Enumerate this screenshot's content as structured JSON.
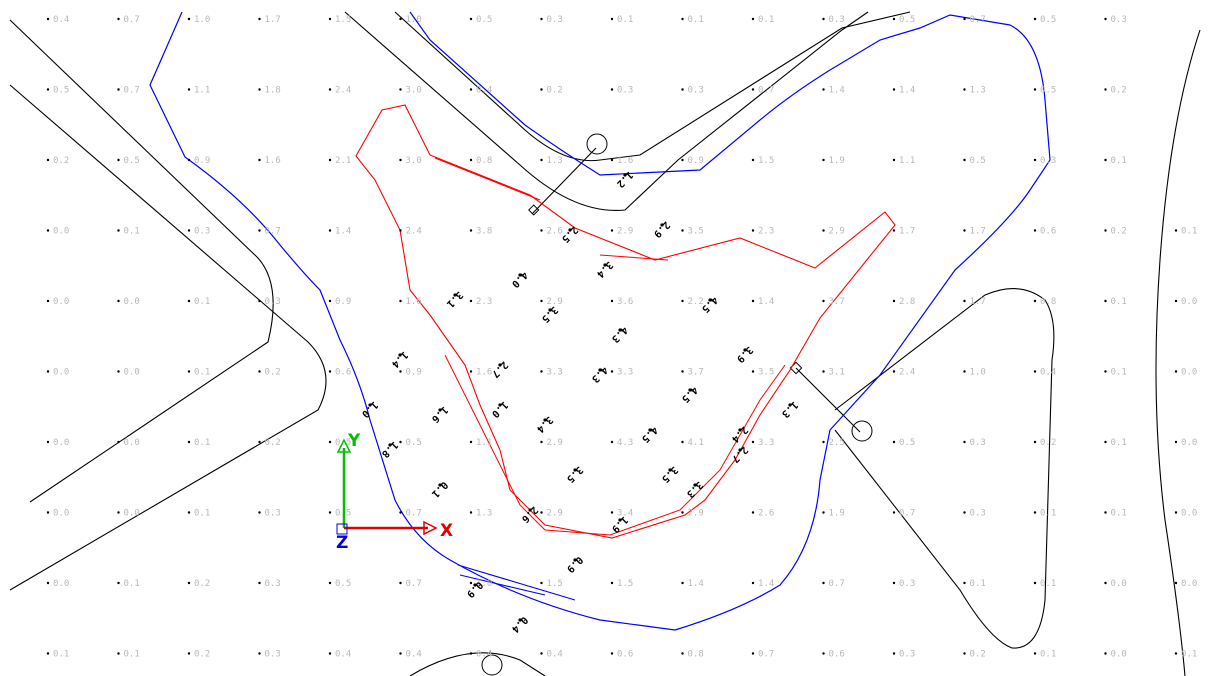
{
  "grid": {
    "rows": [
      [
        "0.4",
        "0.7",
        "1.0",
        "1.7",
        "1.5",
        "1.0",
        "0.5",
        "0.3",
        "0.1",
        "0.1",
        "0.1",
        "0.3",
        "0.5",
        "0.7",
        "0.5",
        "0.3"
      ],
      [
        "0.5",
        "0.7",
        "1.1",
        "1.8",
        "2.4",
        "3.0",
        "0.4",
        "0.2",
        "0.3",
        "0.3",
        "0.7",
        "1.4",
        "1.4",
        "1.3",
        "0.5",
        "0.2"
      ],
      [
        "0.2",
        "0.5",
        "0.9",
        "1.6",
        "2.1",
        "3.0",
        "0.8",
        "1.3",
        "1.6",
        "0.9",
        "1.5",
        "1.9",
        "1.1",
        "0.5",
        "0.3",
        "0.1"
      ],
      [
        "0.0",
        "0.1",
        "0.3",
        "0.7",
        "1.4",
        "2.4",
        "3.8",
        "2.6",
        "2.9",
        "3.5",
        "2.3",
        "2.9",
        "1.7",
        "1.7",
        "0.6",
        "0.2",
        "0.1"
      ],
      [
        "0.0",
        "0.0",
        "0.1",
        "0.3",
        "0.9",
        "1.6",
        "2.3",
        "2.9",
        "3.6",
        "2.2",
        "1.4",
        "3.7",
        "2.8",
        "1.7",
        "0.8",
        "0.1",
        "0.0"
      ],
      [
        "0.0",
        "0.0",
        "0.1",
        "0.2",
        "0.6",
        "0.9",
        "1.6",
        "3.3",
        "3.3",
        "3.7",
        "3.5",
        "3.1",
        "2.4",
        "1.0",
        "0.4",
        "0.1",
        "0.0"
      ],
      [
        "0.0",
        "0.0",
        "0.1",
        "0.2",
        "0.5",
        "0.5",
        "1.1",
        "2.9",
        "4.3",
        "4.1",
        "3.3",
        "2.5",
        "0.5",
        "0.3",
        "0.2",
        "0.1",
        "0.0"
      ],
      [
        "0.0",
        "0.0",
        "0.1",
        "0.3",
        "0.5",
        "0.7",
        "1.3",
        "2.9",
        "3.4",
        "2.9",
        "2.6",
        "1.9",
        "0.7",
        "0.3",
        "0.1",
        "0.1",
        "0.0"
      ],
      [
        "0.0",
        "0.1",
        "0.2",
        "0.3",
        "0.5",
        "0.7",
        "1.0",
        "1.5",
        "1.5",
        "1.4",
        "1.4",
        "0.7",
        "0.3",
        "0.1",
        "0.1",
        "0.0",
        "0.0"
      ],
      [
        "0.1",
        "0.1",
        "0.2",
        "0.3",
        "0.4",
        "0.4",
        "0.4",
        "0.4",
        "0.6",
        "0.8",
        "0.7",
        "0.6",
        "0.3",
        "0.2",
        "0.1",
        "0.0",
        "0.1"
      ]
    ]
  },
  "calc_points": [
    {
      "v": "1.2"
    },
    {
      "v": "2.9"
    },
    {
      "v": "4.0"
    },
    {
      "v": "3.4"
    },
    {
      "v": "3.5"
    },
    {
      "v": "4.5"
    },
    {
      "v": "3.1"
    },
    {
      "v": "4.3"
    },
    {
      "v": "1.4"
    },
    {
      "v": "2.7"
    },
    {
      "v": "4.3"
    },
    {
      "v": "3.9"
    },
    {
      "v": "4.5"
    },
    {
      "v": "1.0"
    },
    {
      "v": "1.6"
    },
    {
      "v": "3.4"
    },
    {
      "v": "4.5"
    },
    {
      "v": "1.3"
    },
    {
      "v": "1.0"
    },
    {
      "v": "1.8"
    },
    {
      "v": "3.5"
    },
    {
      "v": "2.7"
    },
    {
      "v": "0.1"
    },
    {
      "v": "3.5"
    },
    {
      "v": "3.3"
    },
    {
      "v": "1.9"
    },
    {
      "v": "2.6"
    },
    {
      "v": "0.9"
    },
    {
      "v": "0.9"
    },
    {
      "v": "0.4"
    },
    {
      "v": "2.4"
    },
    {
      "v": "2.5"
    }
  ],
  "ucs": {
    "x_label": "X",
    "y_label": "Y",
    "z_label": "Z",
    "x_color": "#e00000",
    "y_color": "#00c000",
    "z_color": "#0000e0"
  },
  "colors": {
    "boundary_blue": "#0000ff",
    "room_red": "#ff0000",
    "road_black": "#000000"
  }
}
